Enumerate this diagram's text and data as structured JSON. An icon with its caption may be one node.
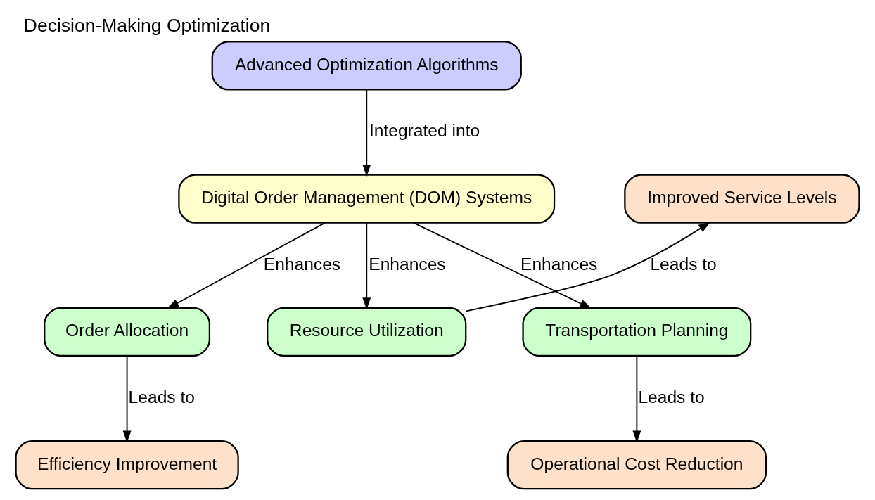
{
  "diagram": {
    "title": "Decision-Making Optimization",
    "nodes": [
      {
        "text": [
          "Advanced Optimization Algorithms"
        ]
      },
      {
        "text": [
          "Digital Order Management (DOM) Systems"
        ]
      },
      {
        "text": [
          "Improved Service Levels"
        ]
      },
      {
        "text": [
          "Order Allocation"
        ]
      },
      {
        "text": [
          "Resource Utilization"
        ]
      },
      {
        "text": [
          "Transportation Planning"
        ]
      },
      {
        "text": [
          "Efficiency Improvement"
        ]
      },
      {
        "text": [
          "Operational Cost Reduction"
        ]
      }
    ],
    "edges": [
      {
        "from": 0,
        "to": 1,
        "arrow": "to",
        "label": "Integrated into"
      },
      {
        "from": 1,
        "to": 3,
        "arrow": "to",
        "label": "Enhances"
      },
      {
        "from": 1,
        "to": 4,
        "arrow": "to",
        "label": "Enhances"
      },
      {
        "from": 1,
        "to": 5,
        "arrow": "to",
        "label": "Enhances"
      },
      {
        "from": 4,
        "to": 2,
        "arrow": "to",
        "label": "Leads to"
      },
      {
        "from": 3,
        "to": 6,
        "arrow": "to",
        "label": "Leads to"
      },
      {
        "from": 5,
        "to": 7,
        "arrow": "to",
        "label": "Leads to"
      }
    ]
  }
}
